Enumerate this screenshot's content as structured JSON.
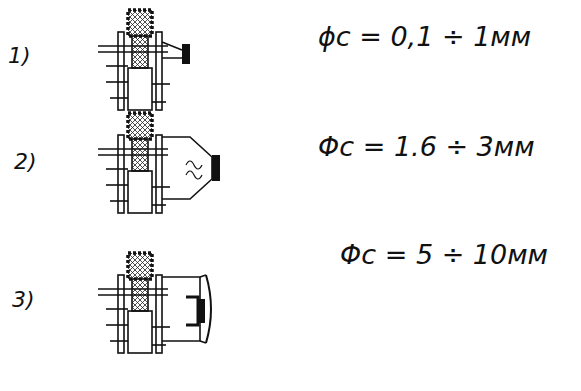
{
  "diagram": {
    "labels": [
      "1)",
      "ϕc = 0,1 ÷ 1мм",
      "2)",
      "Φc = 1.6 ÷ 3мм",
      "3)",
      "Φc = 5 ÷ 10мм"
    ]
  }
}
